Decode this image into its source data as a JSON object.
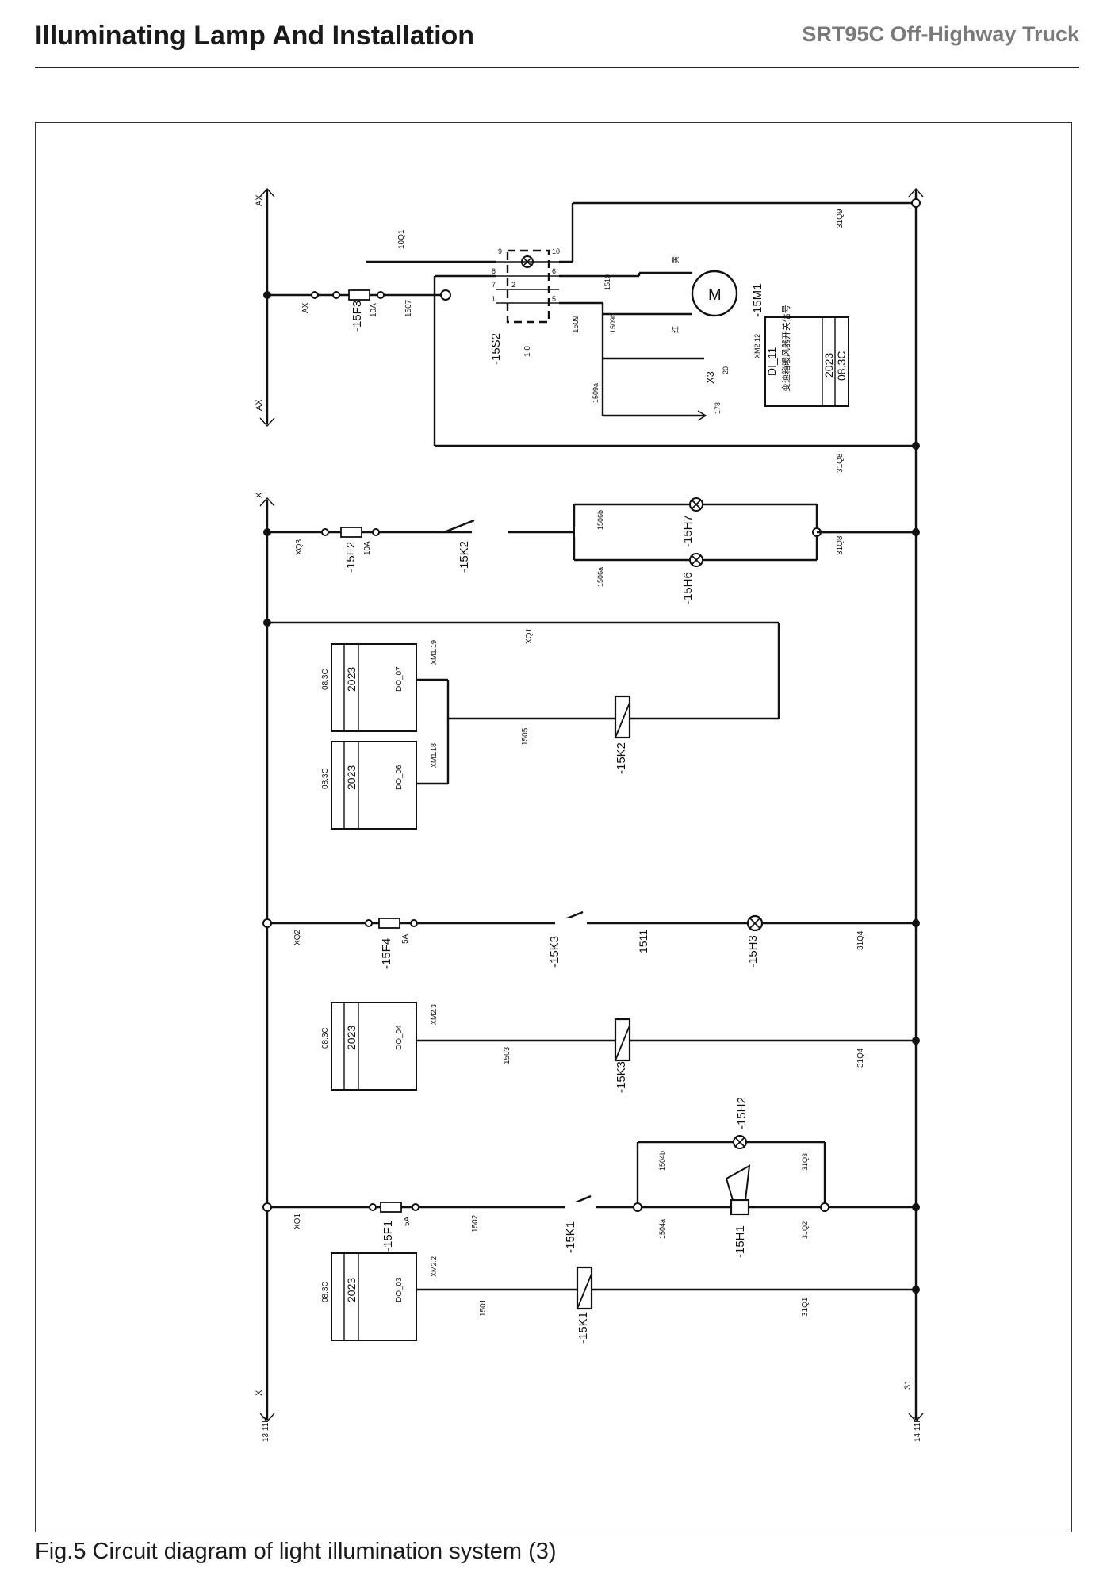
{
  "header": {
    "title": "Illuminating Lamp And Installation",
    "model": "SRT95C Off-Highway Truck"
  },
  "caption": "Fig.5 Circuit diagram of light illumination system (3)",
  "rails": {
    "left_top": "AX",
    "left_mid": "AX",
    "x_top": "X",
    "x_bottom": "X",
    "left_ref": "13.11H",
    "ground": "31",
    "ground_ref": "14.11H"
  },
  "section_ax": {
    "wire_in": "AX",
    "fuse": "-15F3",
    "fuse_rating": "10A",
    "wire_1507": "1507",
    "wire_10q1": "10Q1",
    "switch": "-15S2",
    "switch_pos": "1 0",
    "pins": [
      "9",
      "10",
      "8",
      "6",
      "7",
      "2",
      "1",
      "5"
    ],
    "wire_1509": "1509",
    "wire_1510": "1510",
    "wire_1509b": "1509b",
    "wire_1509a": "1509a",
    "to_178": "178",
    "motor_symbol": "M",
    "motor": "-15M1",
    "motor_pos_wire": "黄",
    "motor_neg_wire": "红",
    "connector": "X3",
    "connector_pin": "20",
    "xm": "XM2.12",
    "di": "DI_11",
    "di_desc": "变速箱暖风器开关信号",
    "box_num": "2023",
    "box_ref": "08.3C",
    "gnd_top": "31Q9",
    "gnd_mid": "31Q8"
  },
  "section_x": {
    "wire_in": "XQ3",
    "fuse": "-15F2",
    "fuse_rating": "10A",
    "relay_contact": "-15K2",
    "wire_a": "1506a",
    "wire_b": "1506b",
    "lamp_a": "-15H6",
    "lamp_b": "-15H7",
    "gnd": "31Q8"
  },
  "section_k2": {
    "xq": "XQ1",
    "box1_ref": "08.3C",
    "box1_num": "2023",
    "box1_do": "DO_07",
    "box1_xm": "XM1.19",
    "box2_ref": "08.3C",
    "box2_num": "2023",
    "box2_do": "DO_06",
    "box2_xm": "XM1.18",
    "wire": "1505",
    "coil": "-15K2"
  },
  "section_k3": {
    "wire_in": "XQ2",
    "fuse": "-15F4",
    "fuse_rating": "5A",
    "contact": "-15K3",
    "wire": "1511",
    "lamp": "-15H3",
    "gnd": "31Q4",
    "box_ref": "08.3C",
    "box_num": "2023",
    "box_do": "DO_04",
    "box_xm": "XM2.3",
    "coil_wire": "1503",
    "coil": "-15K3",
    "coil_gnd": "31Q4"
  },
  "section_k1": {
    "wire_in": "XQ1",
    "fuse": "-15F1",
    "fuse_rating": "5A",
    "wire_1502": "1502",
    "contact": "-15K1",
    "wire_a": "1504a",
    "wire_b": "1504b",
    "horn": "-15H1",
    "lamp": "-15H2",
    "gnd_a": "31Q2",
    "gnd_b": "31Q3",
    "box_ref": "08.3C",
    "box_num": "2023",
    "box_do": "DO_03",
    "box_xm": "XM2.2",
    "coil_wire": "1501",
    "coil": "-15K1",
    "coil_gnd": "31Q1"
  }
}
